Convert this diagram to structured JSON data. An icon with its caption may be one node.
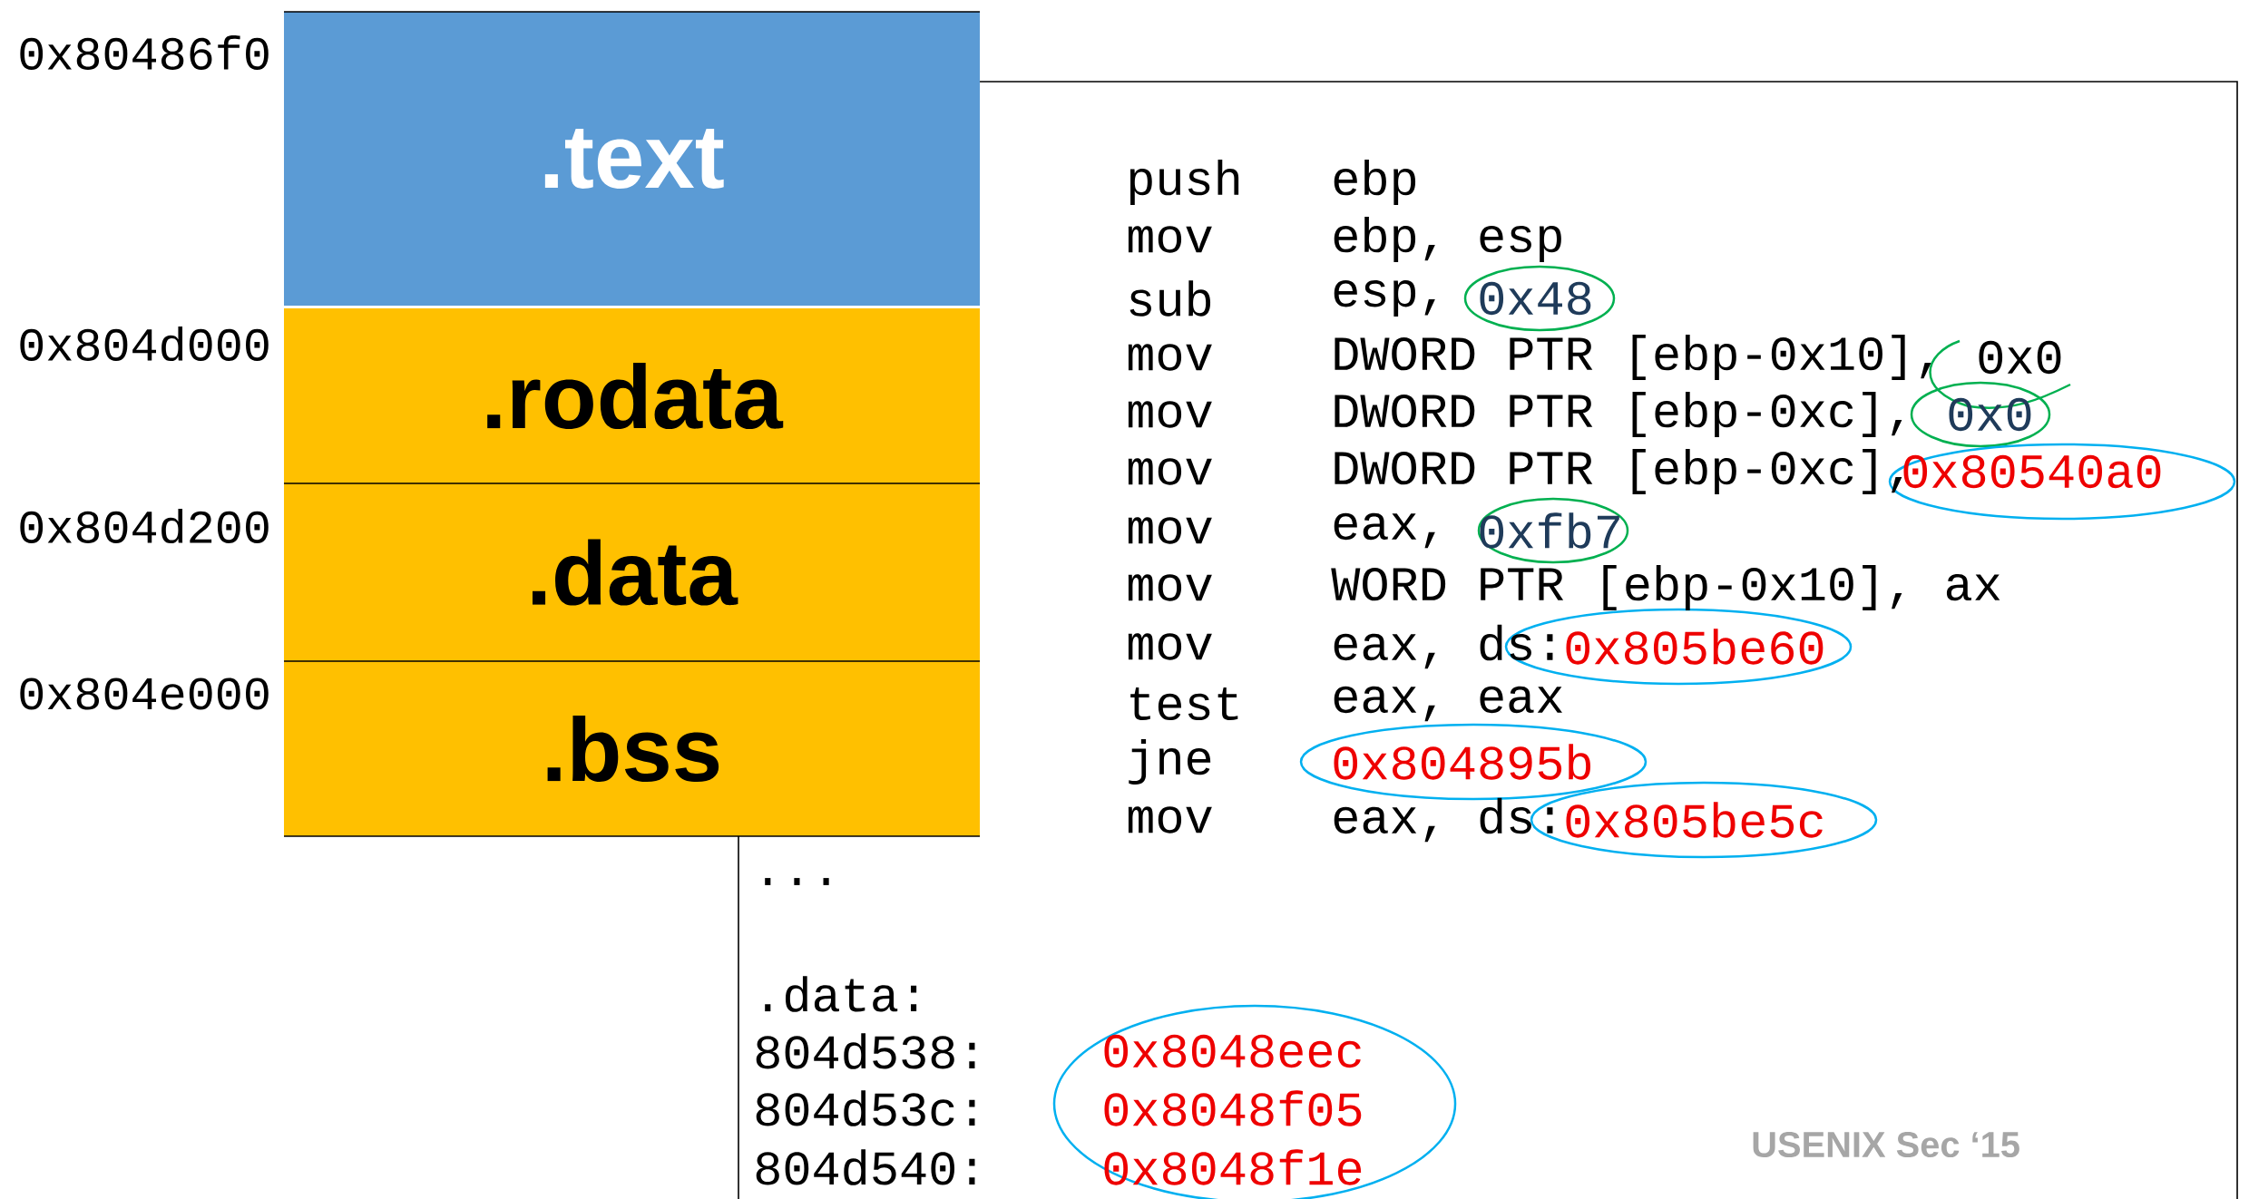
{
  "diagram": {
    "nodes": [
      {
        "text": [
          ".text"
        ],
        "beside": [
          "0x80486f0"
        ]
      },
      {
        "text": [
          ".rodata"
        ],
        "beside": [
          "0x804d000"
        ]
      },
      {
        "text": [
          ".data"
        ],
        "beside": [
          "0x804d200"
        ]
      },
      {
        "text": [
          ".bss"
        ],
        "beside": [
          "0x804e000"
        ]
      },
      {
        "text": [
          "push",
          "ebp",
          "mov",
          "ebp, esp",
          "sub",
          "esp,",
          "0x48",
          "mov",
          "DWORD PTR [ebp-0x10],",
          "0x0",
          "mov",
          "DWORD PTR [ebp-0xc],",
          "0x0",
          "mov",
          "DWORD PTR [ebp-0xc],",
          "0x80540a0",
          "mov",
          "eax,",
          "0xfb7",
          "mov",
          "WORD PTR [ebp-0x10], ax",
          "mov",
          "eax, ds:",
          "0x805be60",
          "test",
          "eax, eax",
          "jne",
          "0x804895b",
          "mov",
          "eax, ds:",
          "0x805be5c",
          "...",
          ".data:",
          "804d538:",
          "0x8048eec",
          "804d53c:",
          "0x8048f05",
          "804d540:",
          "0x8048f1e"
        ]
      }
    ],
    "labels": [
      "USENIX Sec ‘15"
    ]
  }
}
